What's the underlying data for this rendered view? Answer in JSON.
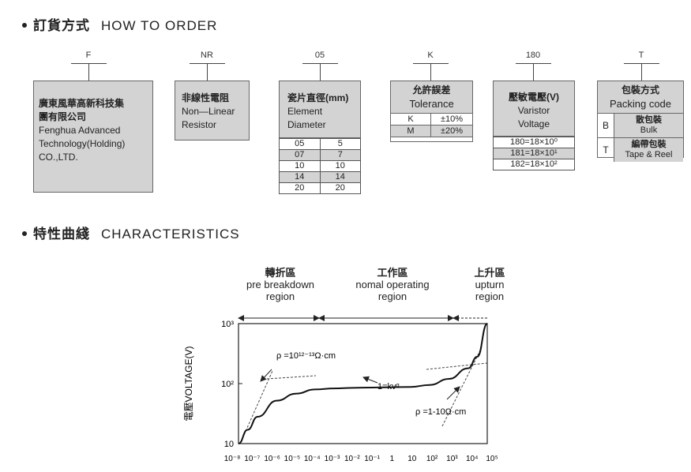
{
  "order": {
    "heading_zh": "訂貨方式",
    "heading_en": "HOW TO ORDER",
    "codes": [
      "F",
      "NR",
      "05",
      "K",
      "180",
      "T"
    ],
    "maker": {
      "zh": "廣東風華高新科技集",
      "zh2": "團有限公司",
      "en1": "Fenghua Advanced",
      "en2": "Technology(Holding)",
      "en3": "CO.,LTD."
    },
    "type": {
      "zh": "非線性電阻",
      "en1": "Non—Linear",
      "en2": "Resistor"
    },
    "diameter": {
      "zh": "瓷片直徑(mm)",
      "en1": "Element",
      "en2": "Diameter",
      "rows": [
        [
          "05",
          "5"
        ],
        [
          "07",
          "7"
        ],
        [
          "10",
          "10"
        ],
        [
          "14",
          "14"
        ],
        [
          "20",
          "20"
        ]
      ]
    },
    "tolerance": {
      "zh": "允許誤差",
      "en": "Tolerance",
      "rows": [
        [
          "K",
          "±10%"
        ],
        [
          "M",
          "±20%"
        ]
      ]
    },
    "voltage": {
      "zh": "壓敏電壓(V)",
      "en1": "Varistor",
      "en2": "Voltage",
      "rows": [
        "180=18×10⁰",
        "181=18×10¹",
        "182=18×10²"
      ]
    },
    "packing": {
      "zh": "包裝方式",
      "en": "Packing code",
      "rows": [
        {
          "code": "B",
          "zh": "散包裝",
          "en": "Bulk"
        },
        {
          "code": "T",
          "zh": "編帶包裝",
          "en": "Tape & Reel"
        }
      ]
    }
  },
  "characteristics": {
    "heading_zh": "特性曲綫",
    "heading_en": "CHARACTERISTICS"
  },
  "chart_data": {
    "type": "line",
    "title": "",
    "xlabel": "",
    "ylabel": "電壓VOLTAGE(V)",
    "x_scale": "log",
    "y_scale": "log",
    "x_ticks": [
      "10⁻⁸",
      "10⁻⁷",
      "10⁻⁶",
      "10⁻⁵",
      "10⁻⁴",
      "10⁻³",
      "10⁻²",
      "10⁻¹",
      "1",
      "10",
      "10²",
      "10³",
      "10⁴",
      "10⁵"
    ],
    "y_ticks": [
      "10",
      "10²",
      "10³"
    ],
    "xlim": [
      1e-08,
      100000.0
    ],
    "ylim": [
      10,
      1000
    ],
    "regions": [
      {
        "zh": "轉折區",
        "en1": "pre  breakdown",
        "en2": "region"
      },
      {
        "zh": "工作區",
        "en1": "nomal operating",
        "en2": "region"
      },
      {
        "zh": "上升區",
        "en1": "upturn",
        "en2": "region"
      }
    ],
    "annotations": [
      "ρ =10¹²⁻¹³Ω·cm",
      "1=kvᵅ",
      "ρ =1-10Ω·cm"
    ],
    "series": [
      {
        "x": [
          1e-08,
          3e-08,
          1e-07,
          1e-06,
          1e-05,
          0.0001,
          0.001,
          0.01,
          0.1,
          1,
          10,
          100.0,
          1000.0,
          10000.0,
          30000.0,
          100000.0
        ],
        "y": [
          10,
          17,
          28,
          52,
          68,
          80,
          83,
          85,
          86,
          87,
          88,
          95,
          120,
          180,
          280,
          1000
        ]
      }
    ]
  }
}
